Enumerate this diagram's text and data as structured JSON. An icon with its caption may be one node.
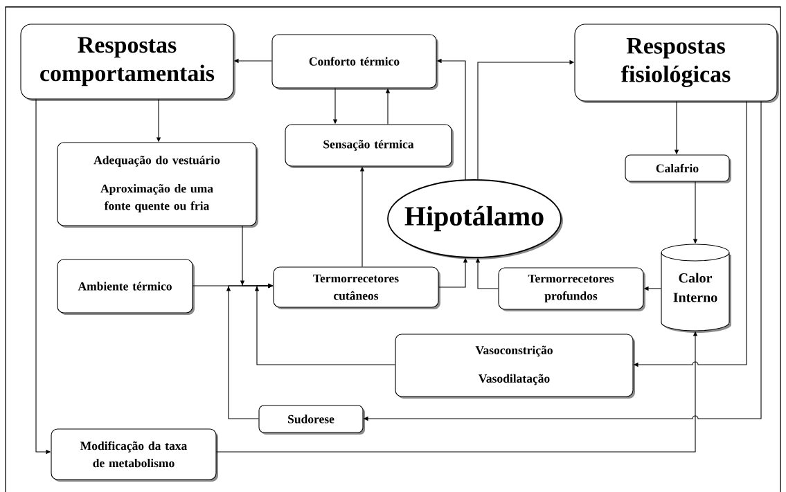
{
  "diagram": {
    "nodes": [
      {
        "text": [
          "Respostas comportamentais"
        ]
      },
      {
        "text": [
          "Conforto térmico"
        ]
      },
      {
        "text": [
          "Respostas fisiológicas"
        ]
      },
      {
        "text": [
          "Sensação térmica"
        ]
      },
      {
        "text": [
          "Adequação do vestuário",
          "Aproximação de uma fonte quente ou fria"
        ]
      },
      {
        "text": [
          "Hipotálamo"
        ]
      },
      {
        "text": [
          "Calafrio"
        ]
      },
      {
        "text": [
          "Ambiente térmico"
        ]
      },
      {
        "text": [
          "Termorrecetores cutâneos"
        ]
      },
      {
        "text": [
          "Termorrecetores profundos"
        ]
      },
      {
        "text": [
          "Calor Interno"
        ]
      },
      {
        "text": [
          "Vasoconstrição",
          "Vasodilatação"
        ]
      },
      {
        "text": [
          "Sudorese"
        ]
      },
      {
        "text": [
          "Modificação da taxa de metabolismo"
        ]
      }
    ],
    "edges": [
      {
        "from": 1,
        "to": 0,
        "arrow": "to"
      },
      {
        "from": 1,
        "to": 3,
        "arrow": "to"
      },
      {
        "from": 3,
        "to": 1,
        "arrow": "to"
      },
      {
        "from": 5,
        "to": 1,
        "arrow": "to"
      },
      {
        "from": 5,
        "to": 2,
        "arrow": "to"
      },
      {
        "from": 0,
        "to": 4,
        "arrow": "to"
      },
      {
        "from": 0,
        "to": 13,
        "arrow": "to"
      },
      {
        "from": 2,
        "to": 6,
        "arrow": "to"
      },
      {
        "from": 6,
        "to": 10,
        "arrow": "to"
      },
      {
        "from": 2,
        "to": 11,
        "arrow": "to"
      },
      {
        "from": 2,
        "to": 12,
        "arrow": "to"
      },
      {
        "from": 10,
        "to": 9,
        "arrow": "to"
      },
      {
        "from": 9,
        "to": 5,
        "arrow": "to"
      },
      {
        "from": 8,
        "to": 5,
        "arrow": "to"
      },
      {
        "from": 8,
        "to": 3,
        "arrow": "to"
      },
      {
        "from": 7,
        "to": 8,
        "arrow": "to"
      },
      {
        "from": 4,
        "to": 8,
        "arrow": "to"
      },
      {
        "from": 12,
        "to": 8,
        "arrow": "to"
      },
      {
        "from": 11,
        "to": 8,
        "arrow": "to"
      },
      {
        "from": 13,
        "to": 10,
        "arrow": "to"
      }
    ]
  }
}
